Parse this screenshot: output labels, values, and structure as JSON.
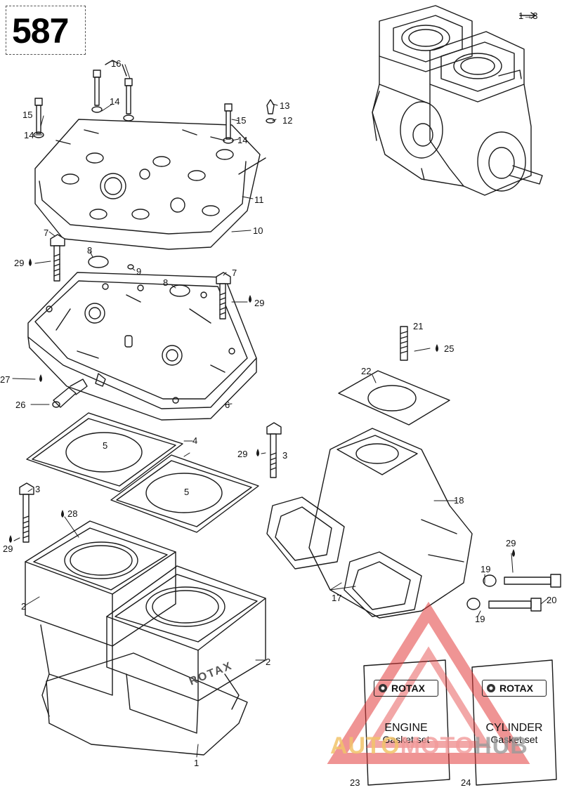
{
  "model_number": "587",
  "engine_assembly_ref": "1→3",
  "labels": {
    "p1": "1",
    "p2a": "2",
    "p2b": "2",
    "p3a": "3",
    "p3b": "3",
    "p4": "4",
    "p5a": "5",
    "p5b": "5",
    "p6": "6",
    "p7a": "7",
    "p7b": "7",
    "p8a": "8",
    "p8b": "8",
    "p9": "9",
    "p10": "10",
    "p11": "11",
    "p12": "12",
    "p13": "13",
    "p14a": "14",
    "p14b": "14",
    "p14c": "14",
    "p15a": "15",
    "p15b": "15",
    "p16": "16",
    "p17": "17",
    "p18": "18",
    "p19a": "19",
    "p19b": "19",
    "p20": "20",
    "p21": "21",
    "p22": "22",
    "p23": "23",
    "p24": "24",
    "p25": "25",
    "p26": "26",
    "p27": "27",
    "p28": "28",
    "p29a": "29",
    "p29b": "29",
    "p29c": "29",
    "p29d": "29",
    "p29e": "29"
  },
  "kits": [
    {
      "brand": "ROTAX",
      "title": "ENGINE",
      "subtitle": "Gasket set"
    },
    {
      "brand": "ROTAX",
      "title": "CYLINDER",
      "subtitle": "Gasket set"
    }
  ],
  "cylinder_emboss": "ROTAX",
  "watermark": {
    "part1": "AUTO",
    "part2": "MOTO",
    "part3": "HUB"
  },
  "colors": {
    "line": "#1a1a1a",
    "watermark_red": "#e23c3c",
    "watermark_yellow": "#f2c46a"
  }
}
